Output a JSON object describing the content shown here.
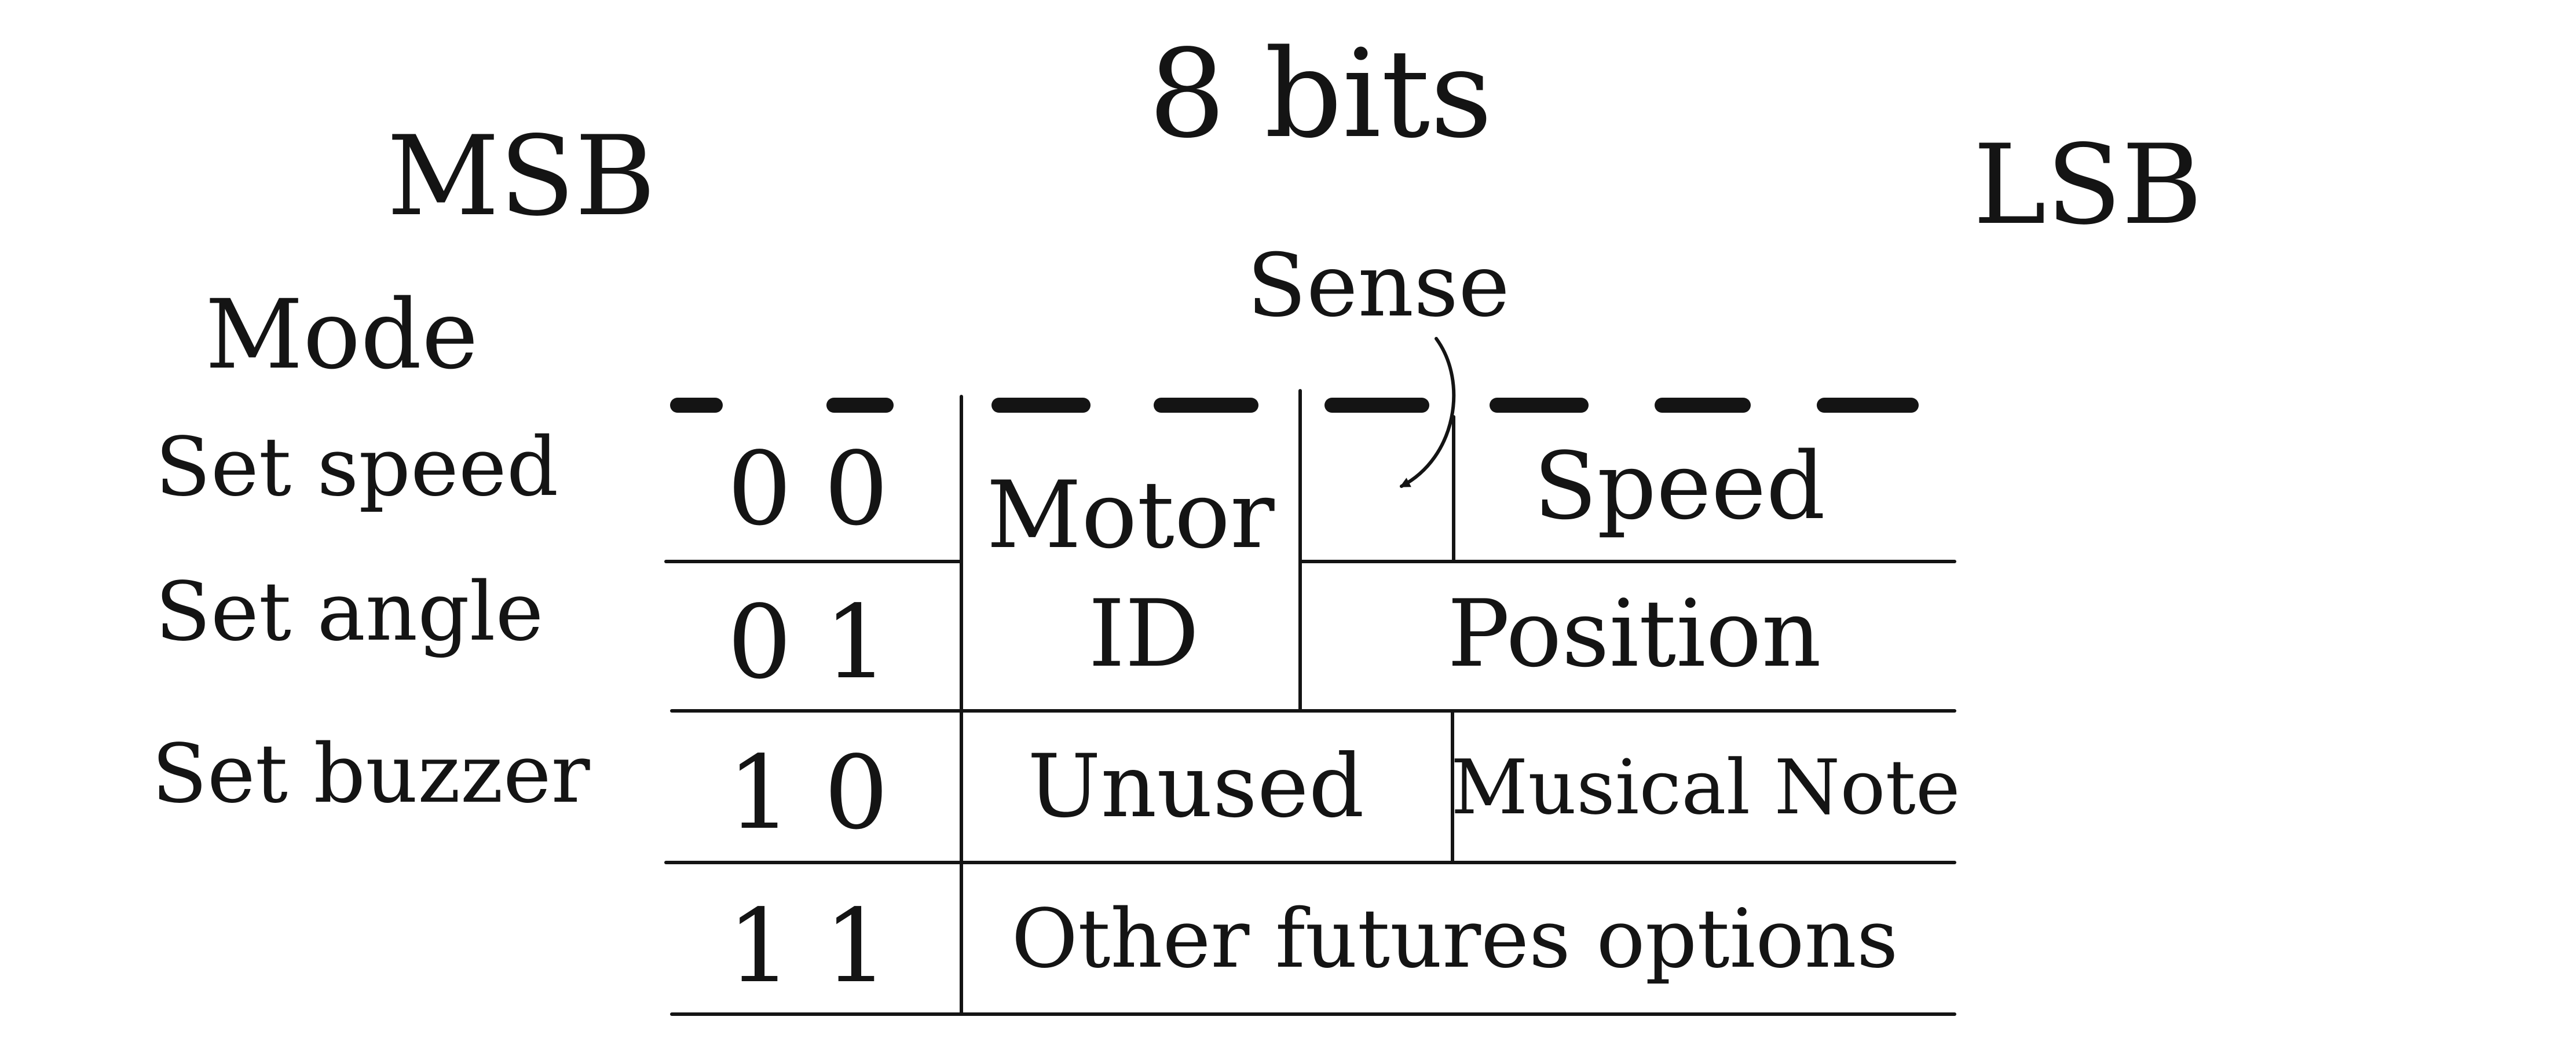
{
  "diagram": {
    "title": "8 bits",
    "msb_label": "MSB",
    "lsb_label": "LSB",
    "mode_header": "Mode",
    "sense_label": "Sense",
    "modes": [
      {
        "name": "Set speed",
        "bits": "0 0"
      },
      {
        "name": "Set angle",
        "bits": "0 1"
      },
      {
        "name": "Set buzzer",
        "bits": "1 0"
      },
      {
        "name": "",
        "bits": "1 1"
      }
    ],
    "fields": {
      "motor_line1": "Motor",
      "motor_line2": "ID",
      "speed": "Speed",
      "position": "Position",
      "unused": "Unused",
      "musical_note": "Musical Note",
      "other": "Other futures options"
    }
  }
}
